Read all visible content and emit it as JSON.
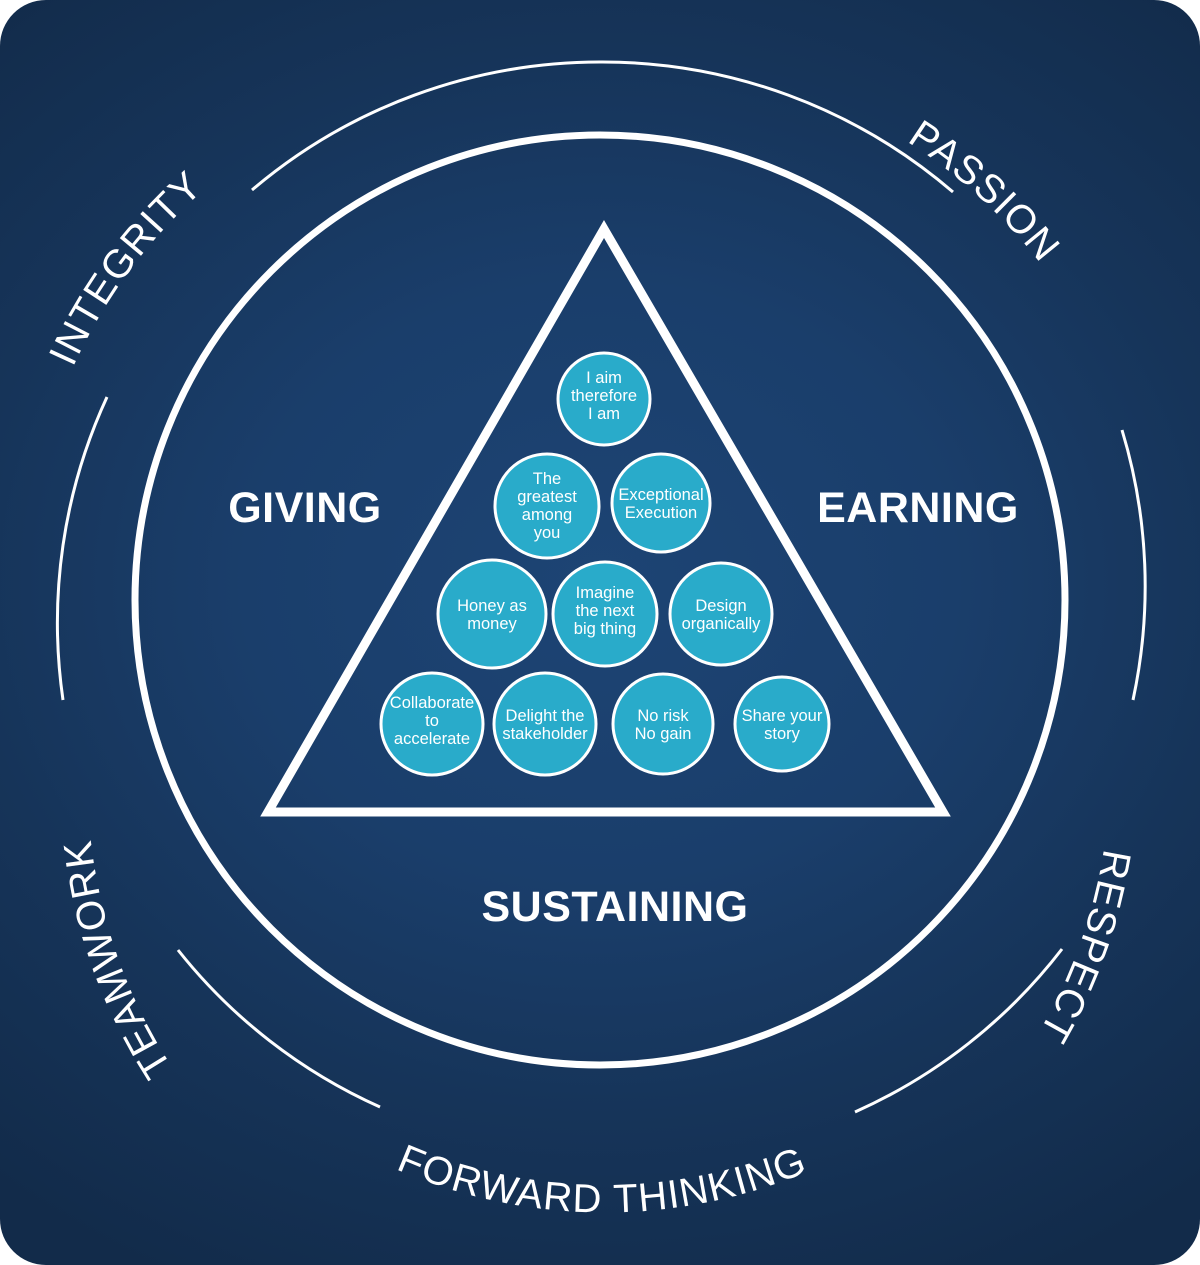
{
  "diagram": {
    "title_region": "values-pyramid-diagram",
    "background_color": "#163459",
    "accent_color": "#29abca",
    "line_color": "#ffffff",
    "ring_labels": [
      {
        "id": "integrity",
        "text": "INTEGRITY"
      },
      {
        "id": "passion",
        "text": "PASSION"
      },
      {
        "id": "respect",
        "text": "RESPECT"
      },
      {
        "id": "forward-thinking",
        "text": "FORWARD THINKING"
      },
      {
        "id": "teamwork",
        "text": "TEAMWORK"
      }
    ],
    "pillars": [
      {
        "id": "giving",
        "text": "GIVING"
      },
      {
        "id": "earning",
        "text": "EARNING"
      },
      {
        "id": "sustaining",
        "text": "SUSTAINING"
      }
    ],
    "bubbles": {
      "row1": [
        {
          "id": "i-aim-therefore-i-am",
          "lines": [
            "I aim",
            "therefore",
            "I am"
          ]
        }
      ],
      "row2": [
        {
          "id": "the-greatest-among-you",
          "lines": [
            "The",
            "greatest",
            "among",
            "you"
          ]
        },
        {
          "id": "exceptional-execution",
          "lines": [
            "Exceptional",
            "Execution"
          ]
        }
      ],
      "row3": [
        {
          "id": "honey-as-money",
          "lines": [
            "Honey as",
            "money"
          ]
        },
        {
          "id": "imagine-the-next-big-thing",
          "lines": [
            "Imagine",
            "the next",
            "big thing"
          ]
        },
        {
          "id": "design-organically",
          "lines": [
            "Design",
            "organically"
          ]
        }
      ],
      "row4": [
        {
          "id": "collaborate-to-accelerate",
          "lines": [
            "Collaborate",
            "to",
            "accelerate"
          ]
        },
        {
          "id": "delight-the-stakeholder",
          "lines": [
            "Delight the",
            "stakeholder"
          ]
        },
        {
          "id": "no-risk-no-gain",
          "lines": [
            "No risk",
            "No gain"
          ]
        },
        {
          "id": "share-your-story",
          "lines": [
            "Share your",
            "story"
          ]
        }
      ]
    }
  }
}
